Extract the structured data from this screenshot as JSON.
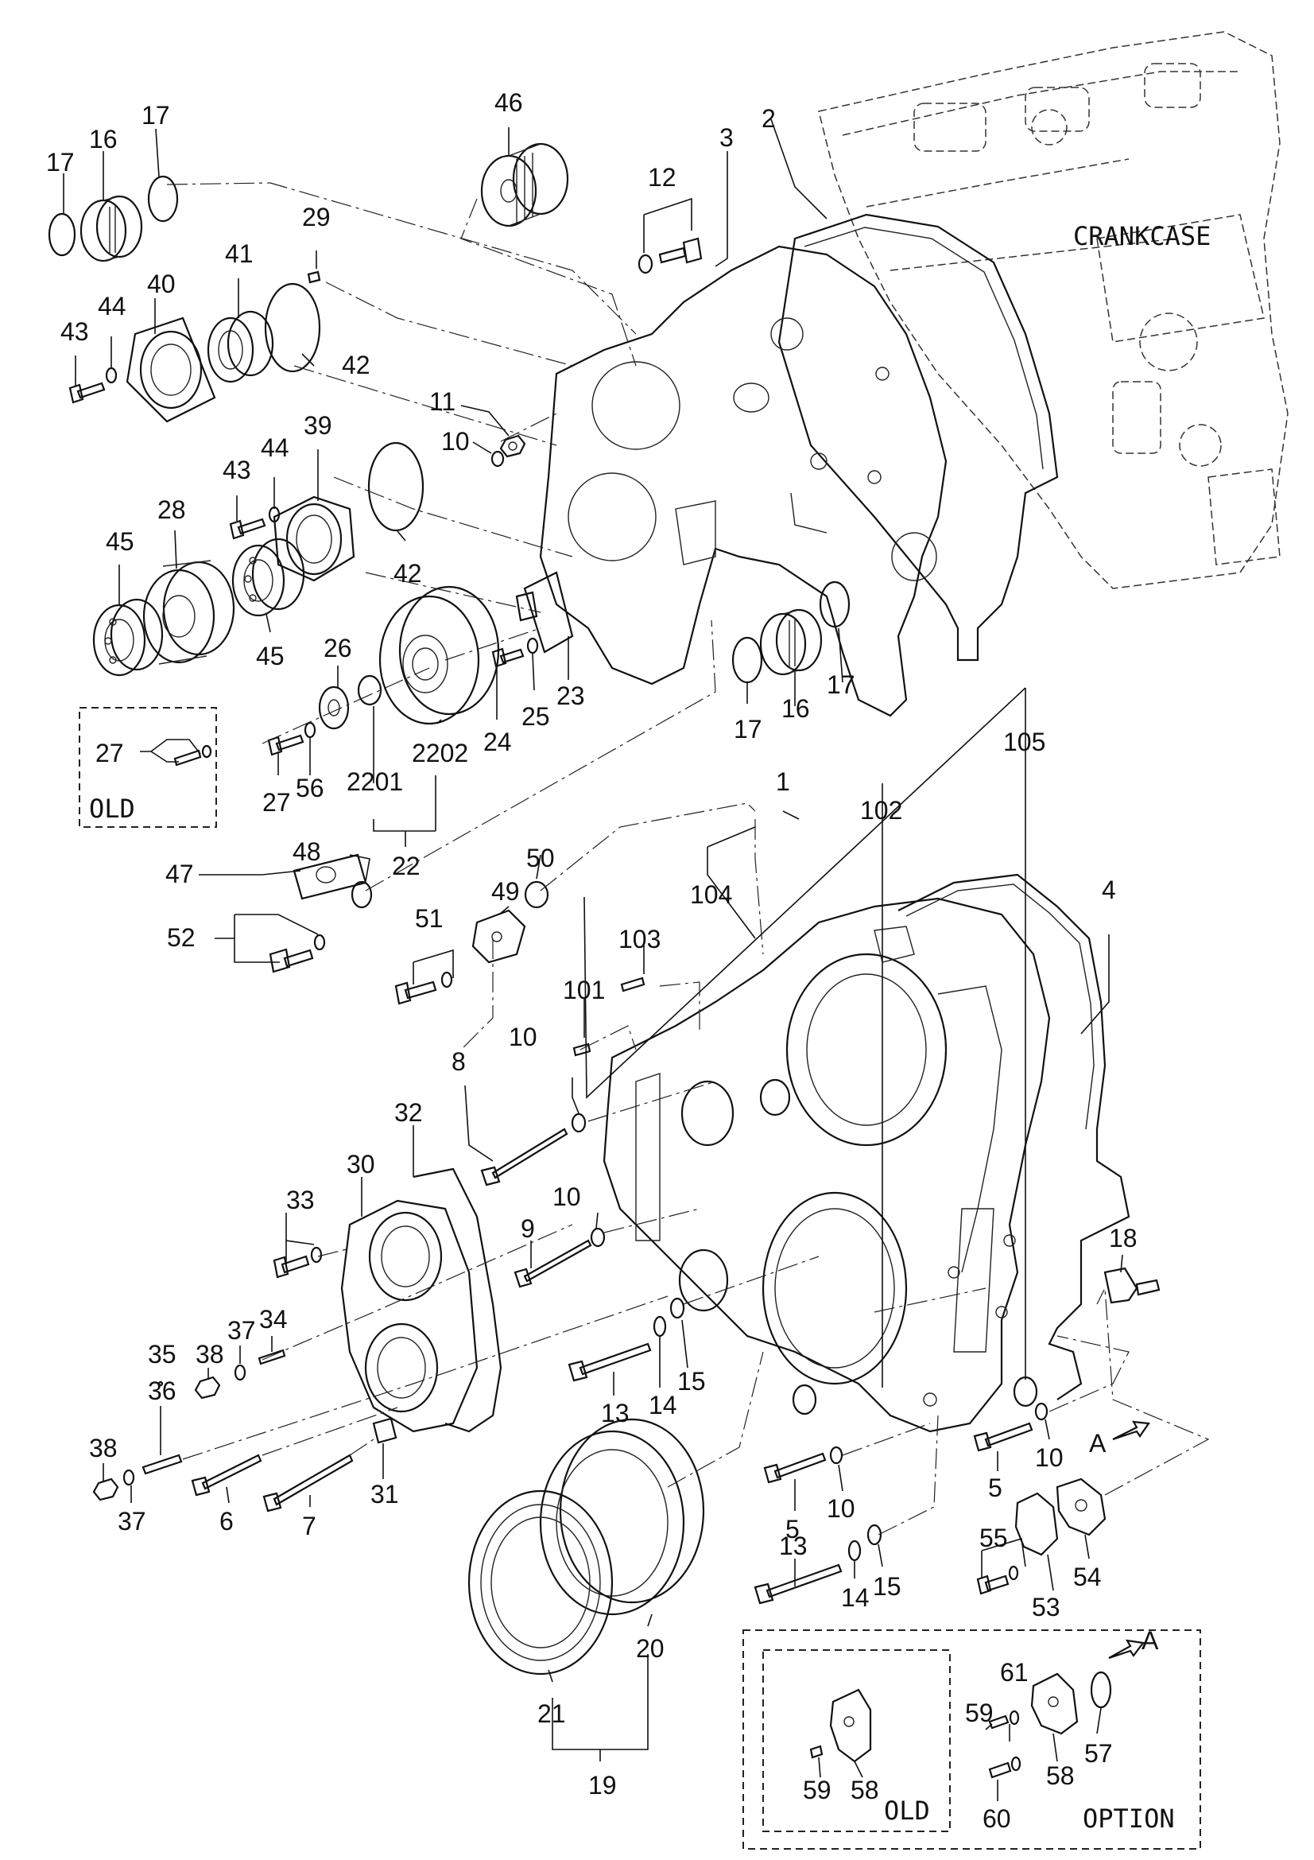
{
  "annotations": {
    "crankcase": "CRANKCASE",
    "old_left": "OLD",
    "old_bottom": "OLD",
    "option": "OPTION",
    "view_a_1": "A",
    "view_a_2": "A"
  },
  "callouts": [
    {
      "id": "c-17a",
      "text": "17"
    },
    {
      "id": "c-16a",
      "text": "16"
    },
    {
      "id": "c-17b",
      "text": "17"
    },
    {
      "id": "c-46",
      "text": "46"
    },
    {
      "id": "c-2",
      "text": "2"
    },
    {
      "id": "c-3",
      "text": "3"
    },
    {
      "id": "c-12",
      "text": "12"
    },
    {
      "id": "c-29",
      "text": "29"
    },
    {
      "id": "c-41",
      "text": "41"
    },
    {
      "id": "c-40",
      "text": "40"
    },
    {
      "id": "c-43a",
      "text": "43"
    },
    {
      "id": "c-44a",
      "text": "44"
    },
    {
      "id": "c-42a",
      "text": "42"
    },
    {
      "id": "c-11",
      "text": "11"
    },
    {
      "id": "c-10a",
      "text": "10"
    },
    {
      "id": "c-39",
      "text": "39"
    },
    {
      "id": "c-43b",
      "text": "43"
    },
    {
      "id": "c-44b",
      "text": "44"
    },
    {
      "id": "c-28",
      "text": "28"
    },
    {
      "id": "c-45a",
      "text": "45"
    },
    {
      "id": "c-45b",
      "text": "45"
    },
    {
      "id": "c-42b",
      "text": "42"
    },
    {
      "id": "c-26",
      "text": "26"
    },
    {
      "id": "c-23",
      "text": "23"
    },
    {
      "id": "c-24",
      "text": "24"
    },
    {
      "id": "c-25",
      "text": "25"
    },
    {
      "id": "c-2201",
      "text": "2201"
    },
    {
      "id": "c-2202",
      "text": "2202"
    },
    {
      "id": "c-22",
      "text": "22"
    },
    {
      "id": "c-27a",
      "text": "27"
    },
    {
      "id": "c-27b",
      "text": "27"
    },
    {
      "id": "c-56",
      "text": "56"
    },
    {
      "id": "c-17c",
      "text": "17"
    },
    {
      "id": "c-16b",
      "text": "16"
    },
    {
      "id": "c-17d",
      "text": "17"
    },
    {
      "id": "c-105",
      "text": "105"
    },
    {
      "id": "c-1",
      "text": "1"
    },
    {
      "id": "c-102",
      "text": "102"
    },
    {
      "id": "c-48",
      "text": "48"
    },
    {
      "id": "c-47",
      "text": "47"
    },
    {
      "id": "c-50",
      "text": "50"
    },
    {
      "id": "c-49",
      "text": "49"
    },
    {
      "id": "c-51",
      "text": "51"
    },
    {
      "id": "c-52",
      "text": "52"
    },
    {
      "id": "c-104",
      "text": "104"
    },
    {
      "id": "c-103",
      "text": "103"
    },
    {
      "id": "c-101",
      "text": "101"
    },
    {
      "id": "c-4",
      "text": "4"
    },
    {
      "id": "c-10b",
      "text": "10"
    },
    {
      "id": "c-8",
      "text": "8"
    },
    {
      "id": "c-32",
      "text": "32"
    },
    {
      "id": "c-30",
      "text": "30"
    },
    {
      "id": "c-33",
      "text": "33"
    },
    {
      "id": "c-10c",
      "text": "10"
    },
    {
      "id": "c-9",
      "text": "9"
    },
    {
      "id": "c-18",
      "text": "18"
    },
    {
      "id": "c-38a",
      "text": "38"
    },
    {
      "id": "c-37a",
      "text": "37"
    },
    {
      "id": "c-34",
      "text": "34"
    },
    {
      "id": "c-35",
      "text": "35"
    },
    {
      "id": "c-36",
      "text": "36"
    },
    {
      "id": "c-14a",
      "text": "14"
    },
    {
      "id": "c-15a",
      "text": "15"
    },
    {
      "id": "c-13a",
      "text": "13"
    },
    {
      "id": "c-38b",
      "text": "38"
    },
    {
      "id": "c-37b",
      "text": "37"
    },
    {
      "id": "c-6",
      "text": "6"
    },
    {
      "id": "c-7",
      "text": "7"
    },
    {
      "id": "c-31",
      "text": "31"
    },
    {
      "id": "c-5a",
      "text": "5"
    },
    {
      "id": "c-10d",
      "text": "10"
    },
    {
      "id": "c-5b",
      "text": "5"
    },
    {
      "id": "c-10e",
      "text": "10"
    },
    {
      "id": "c-13b",
      "text": "13"
    },
    {
      "id": "c-14b",
      "text": "14"
    },
    {
      "id": "c-15b",
      "text": "15"
    },
    {
      "id": "c-55",
      "text": "55"
    },
    {
      "id": "c-53",
      "text": "53"
    },
    {
      "id": "c-54",
      "text": "54"
    },
    {
      "id": "c-20",
      "text": "20"
    },
    {
      "id": "c-21",
      "text": "21"
    },
    {
      "id": "c-19",
      "text": "19"
    },
    {
      "id": "c-59a",
      "text": "59"
    },
    {
      "id": "c-61",
      "text": "61"
    },
    {
      "id": "c-57",
      "text": "57"
    },
    {
      "id": "c-59b",
      "text": "59"
    },
    {
      "id": "c-58a",
      "text": "58"
    },
    {
      "id": "c-58b",
      "text": "58"
    },
    {
      "id": "c-60",
      "text": "60"
    }
  ]
}
